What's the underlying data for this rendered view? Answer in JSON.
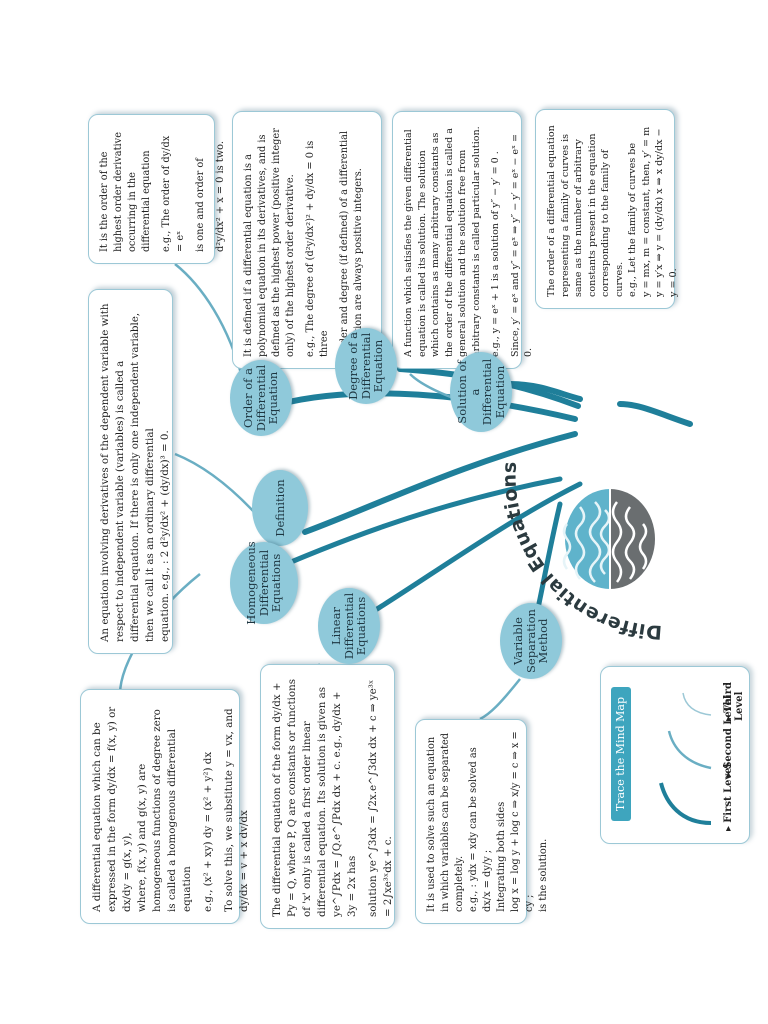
{
  "title": "Differential Equations",
  "bubbles": [
    {
      "id": "definition",
      "lines": [
        "Definition"
      ]
    },
    {
      "id": "order",
      "lines": [
        "Order of a",
        "Differential",
        "Equation"
      ]
    },
    {
      "id": "degree",
      "lines": [
        "Degree of a",
        "Differential",
        "Equation"
      ]
    },
    {
      "id": "solution",
      "lines": [
        "Solution of a",
        "Differential",
        "Equation"
      ]
    },
    {
      "id": "homogeneous",
      "lines": [
        "Homogeneous",
        "Differential",
        "Equations"
      ]
    },
    {
      "id": "linear",
      "lines": [
        "Linear",
        "Differential",
        "Equations"
      ]
    },
    {
      "id": "variable",
      "lines": [
        "Variable",
        "Separation",
        "Method"
      ]
    }
  ],
  "boxes": {
    "definition": [
      "An equation involving derivatives of the dependent variable with respect to independent variable (variables) is called a differential equation. If there is only one independent variable, then we call it as an ordinary differential",
      "equation.  e.g., : 2 d²y/dx² + (dy/dx)³ = 0."
    ],
    "order": [
      "It is the order of the highest order derivative occurring in the differential equation",
      "e.g., The order of  dy/dx = eˣ",
      "is one and order of",
      "d²y/dx² + x = 0 is two."
    ],
    "degree": [
      "It is defined if a differential equation is a polynomial equation in its derivatives, and is defined as the highest power (positive integer only) of the highest order derivative.",
      "e.g., The degree of (d²y/dx²)² + dy/dx = 0  is three",
      "Order and degree (if defined) of a differential equation are always positive integers."
    ],
    "solution": [
      "A function which satisfies the given differential equation is called its solution. The solution which contains as many arbitrary constants as the order of the differential equation is called a general solution and the solution free from arbitrary constants is called particular solution.",
      "e.g., y = eˣ + 1  is a solution of y″ − y′ = 0 .",
      "Since, y′ = eˣ  and  y″ = eˣ ⇒ y″ − y′ = eˣ − eˣ = 0."
    ],
    "family": [
      "The order of a differential equation representing a family of curves is same as the number of arbitrary constants present in the equation corresponding to the family of curves.",
      "e.g., Let the family of curves be",
      "y = mx, m = constant, then, y′ = m",
      "y = y′x ⇒ y = (dy/dx) x ⇒ x dy/dx − y = 0."
    ],
    "homogeneous": [
      "A differential equation which can be expressed in the form dy/dx = f(x, y) or dx/dy = g(x, y),",
      "where, f(x, y) and g(x, y) are homogeneous functions of degree zero is called a homogenous differential equation",
      "e.g., (x² + xy) dy = (x² + y²) dx",
      "To solve this, we substitute  y = vx,  and  dy/dx = v + x dv/dx"
    ],
    "linear": [
      "The differential equation of the form dy/dx + Py = Q, where P, Q are constants or functions of 'x' only is called a first order linear differential equation. Its solution is given as ye^∫Pdx = ∫Q.e^∫Pdx dx + c.   e.g., dy/dx + 3y = 2x has",
      "solution ye^∫3dx = ∫2x.e^∫3dx dx + c ⇒ ye³ˣ = 2∫xe³ˣdx + c."
    ],
    "variable": [
      "It is used to solve such an equation in which variables can be separated completely.",
      "e.g., : ydx = xdy can be solved as dx/x = dy/y ;",
      "Integrating both sides",
      "log x = log y + log c ⇒ x/y = c ⇒ x = cy ;",
      "is the solution."
    ]
  },
  "legend": {
    "title": "Trace the Mind Map",
    "items": [
      "First Level",
      "Second Level",
      "Third Level"
    ]
  },
  "colors": {
    "bubble": "#8fc9da",
    "branch": "#1f7f9a",
    "border": "#9cc8d6",
    "legend_title": "#3ea5be"
  }
}
